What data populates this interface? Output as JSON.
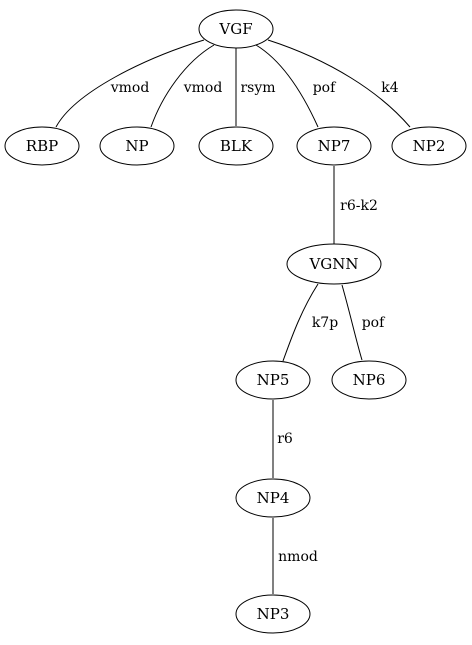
{
  "nodes": {
    "vgf": "VGF",
    "rbp": "RBP",
    "np": "NP",
    "blk": "BLK",
    "np7": "NP7",
    "np2": "NP2",
    "vgnn": "VGNN",
    "np5": "NP5",
    "np6": "NP6",
    "np4": "NP4",
    "np3": "NP3"
  },
  "edges": {
    "vgf_rbp": "vmod",
    "vgf_np": "vmod",
    "vgf_blk": "rsym",
    "vgf_np7": "pof",
    "vgf_np2": "k4",
    "np7_vgnn": "r6-k2",
    "vgnn_np5": "k7p",
    "vgnn_np6": "pof",
    "np5_np4": "r6",
    "np4_np3": "nmod"
  }
}
